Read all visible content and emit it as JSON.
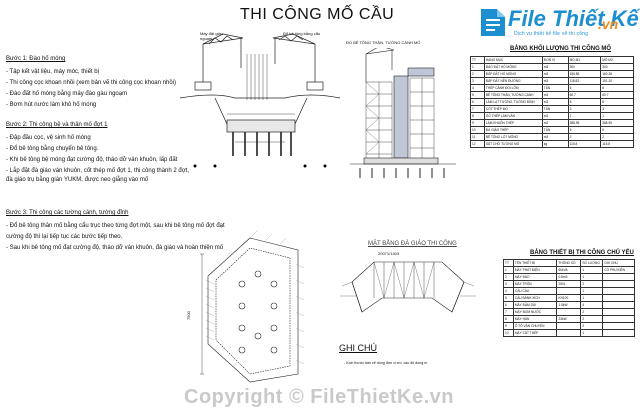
{
  "title": "THI CÔNG MỐ CẦU",
  "logo": {
    "main": "File Thiết Kế",
    "domain": ".vn",
    "tagline": "Dịch vụ thiết kế file vẽ thi công"
  },
  "callouts": {
    "left_crane": "Máy đặt giàu\nngoạm",
    "right_crane": "Đổ bê tông bằng cẩu",
    "mid_title": "ĐỔ BÊ TÔNG THÂN, TƯỜNG CÁNH MỐ"
  },
  "steps": [
    {
      "heading": "Bước 1: Đào hố móng",
      "lines": [
        "- Tập kết vật liệu, máy móc, thiết bị",
        "- Thi công cọc khoan nhồi (xem bản vẽ thi công cọc khoan nhồi)",
        "- Đào đất hố móng bằng máy đào gàu ngoạm",
        "- Bơm hút nước làm khô hố móng"
      ]
    },
    {
      "heading": "Bước 2: Thi công bệ và thân mố đợt 1",
      "lines": [
        "- Đập đầu cọc, vệ sinh hố móng",
        "- Đổ bê tông bằng chuyển bê tông.",
        "- Khi bê tông bệ móng đạt cường độ, tháo dỡ ván khuôn, lấp đất",
        "- Lắp đặt đà giáo ván khuôn, cốt thép mố  đợt 1, thi công thành 2 đợt,",
        "  đà giáo trụ bằng giàn YUKM, được neo giằng vào mố"
      ]
    },
    {
      "heading": "Bước 3: Thi công các tường cánh, tường đỉnh",
      "lines": [
        "- Đổ bê tông thân mố bằng cẩu trục theo từng đợt một, sau khi bê tông mố đợt đạt",
        "  cường độ thì lại tiếp tục các bước tiếp theo.",
        "- Sau khi bê tông mố đạt cường độ, tháo dỡ ván khuôn, đà giáo và hoàn thiện mố"
      ]
    }
  ],
  "table1": {
    "title": "BẢNG KHỐI LƯỢNG THI CÔNG MỐ",
    "header": [
      "TT",
      "HẠNG MỤC",
      "ĐƠN VỊ",
      "MỐ M1",
      "MỐ M2"
    ],
    "rows": [
      [
        "1",
        "ĐÀO ĐẤT HỐ MÓNG",
        "m3",
        "300",
        "300"
      ],
      [
        "2",
        "ĐẮP ĐẤT HỐ MÓNG",
        "m3",
        "156.85",
        "160.28"
      ],
      [
        "3",
        "ĐẮP ĐẤT NỀN ĐƯỜNG",
        "m3",
        "118.82",
        "191.20"
      ],
      [
        "4",
        "THÉP CÁNH ĐỔI LÕM",
        "TẤN",
        "6",
        "6"
      ],
      [
        "5",
        "BÊ TÔNG THÂN, TƯỜNG CÁNH",
        "m3",
        "60.7",
        "60.7"
      ],
      [
        "6",
        "LÀM LẠT TƯỜNG, TƯỜNG ĐỈNH",
        "m3",
        "8",
        "8"
      ],
      [
        "7",
        "CỐT THÉP MỐ",
        "TẤN",
        "3",
        "3"
      ],
      [
        "8",
        "GỖ THÉP LÀM VÁN",
        "m3",
        "1",
        "1"
      ],
      [
        "9",
        "LÀM KHUÔN THÉP",
        "m2",
        "388.95",
        "388.95"
      ],
      [
        "10",
        "ĐÀ GIÁO THÉP",
        "TẤN",
        "5",
        "5"
      ],
      [
        "11",
        "BÊ TÔNG LÓT MÓNG",
        "m3",
        "2",
        "2"
      ],
      [
        "12",
        "SẮT CHỜ TƯỜNG MỐ",
        "kg",
        "115.8",
        "115.8"
      ]
    ]
  },
  "table2": {
    "title": "BẢNG THIẾT BỊ THI CÔNG CHỦ YẾU",
    "header": [
      "TT",
      "TÊN THIẾT BỊ",
      "THÔNG SỐ",
      "SỐ LƯỢNG",
      "GHI CHÚ"
    ],
    "rows": [
      [
        "1",
        "MÁY PHÁT ĐIỆN",
        "60kVA",
        "1",
        "CÓ PHỤ KIỆN"
      ],
      [
        "2",
        "MÁY ĐÀO",
        "0.8m3",
        "1",
        ""
      ],
      [
        "3",
        "MÁY TRỘN",
        "250L",
        "2",
        ""
      ],
      [
        "4",
        "CẦU CẨU",
        "",
        "1",
        ""
      ],
      [
        "5",
        "CẨU BÁNH XÍCH",
        "KH100",
        "1",
        ""
      ],
      [
        "6",
        "MÁY ĐẦM DÙI",
        "1.5kW",
        "4",
        ""
      ],
      [
        "7",
        "MÁY BƠM NƯỚC",
        "",
        "2",
        ""
      ],
      [
        "8",
        "MÁY HÀN",
        "23kW",
        "2",
        ""
      ],
      [
        "9",
        "Ô TÔ VẬN CHUYỂN",
        "",
        "2",
        ""
      ],
      [
        "10",
        "MÁY CẮT THÉP",
        "",
        "1",
        ""
      ]
    ]
  },
  "plan_left": {
    "dim_v": "7500"
  },
  "plan_mid": {
    "title": "MẶT BẰNG ĐÀ GIÁO THI CÔNG",
    "dim_top": "20071/1403"
  },
  "note": {
    "heading": "GHI CHÚ",
    "line": "- Kích thước bản vẽ dùng đơn vị cm, cao độ dùng m"
  },
  "copyright": "Copyright © FileThietKe.vn"
}
